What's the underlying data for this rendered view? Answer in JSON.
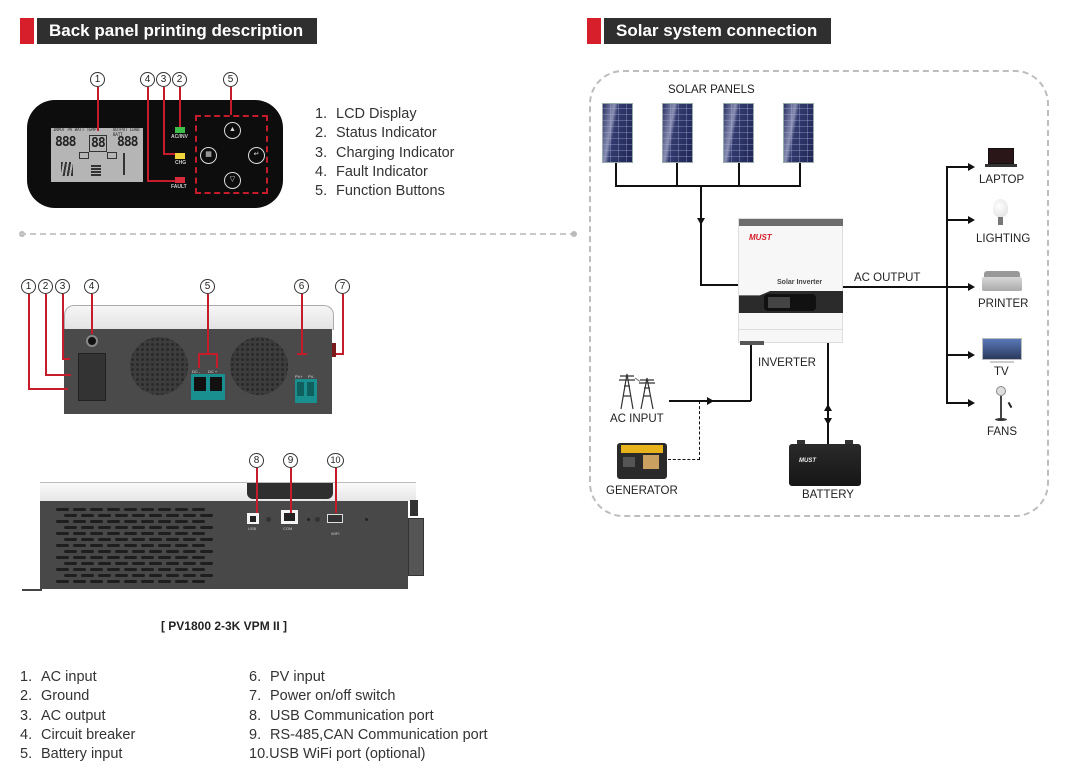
{
  "left_section": {
    "title": "Back panel printing description",
    "front_panel": {
      "callouts": [
        "1",
        "4",
        "3",
        "2",
        "5"
      ],
      "lcd_top_left": "INPUT  PV BATT TEMP",
      "lcd_top_right": "OUTPUT LOAD BATT",
      "lcd_digits_left": "888",
      "lcd_digits_mid": "88",
      "lcd_digits_right": "888",
      "led_labels": {
        "status": "AC/INV",
        "charge": "CHG",
        "fault": "FAULT"
      },
      "buttons": {
        "up": "UP",
        "menu": "MENU",
        "enter": "ENTER",
        "down": "DOWN"
      },
      "legend": [
        {
          "num": "1.",
          "label": "LCD Display"
        },
        {
          "num": "2.",
          "label": "Status Indicator"
        },
        {
          "num": "3.",
          "label": "Charging Indicator"
        },
        {
          "num": "4.",
          "label": "Fault Indicator"
        },
        {
          "num": "5.",
          "label": "Function Buttons"
        }
      ]
    },
    "side_panel": {
      "callouts": [
        "1",
        "2",
        "3",
        "4",
        "5",
        "6",
        "7"
      ],
      "battery_terminal_labels": [
        "DC -",
        "DC +"
      ],
      "pv_terminal_labels": [
        "PV+",
        "PV-"
      ]
    },
    "bottom_panel": {
      "callouts": [
        "8",
        "9",
        "10"
      ],
      "port_labels": [
        "USB",
        "COM",
        "WIFI"
      ]
    },
    "model_caption": "[ PV1800 2-3K VPM II ]",
    "legend_left": [
      {
        "num": "1.",
        "label": "AC input"
      },
      {
        "num": "2.",
        "label": "Ground"
      },
      {
        "num": "3.",
        "label": "AC output"
      },
      {
        "num": "4.",
        "label": "Circuit breaker"
      },
      {
        "num": "5.",
        "label": "Battery input"
      }
    ],
    "legend_right": [
      {
        "num": "6.",
        "label": "PV input"
      },
      {
        "num": "7.",
        "label": "Power on/off switch"
      },
      {
        "num": "8.",
        "label": "USB Communication port"
      },
      {
        "num": "9.",
        "label": "RS-485,CAN Communication port"
      },
      {
        "num": "10.",
        "label": "USB WiFi port (optional)"
      }
    ]
  },
  "right_section": {
    "title": "Solar system connection",
    "labels": {
      "solar_panels": "SOLAR PANELS",
      "inverter": "INVERTER",
      "ac_output": "AC OUTPUT",
      "ac_input": "AC INPUT",
      "generator": "GENERATOR",
      "battery": "BATTERY"
    },
    "inverter_brand": "MUST",
    "inverter_model_text": "Solar Inverter",
    "battery_brand": "MUST",
    "loads": [
      {
        "label": "LAPTOP",
        "icon": "laptop-icon"
      },
      {
        "label": "LIGHTING",
        "icon": "bulb-icon"
      },
      {
        "label": "PRINTER",
        "icon": "printer-icon"
      },
      {
        "label": "TV",
        "icon": "tv-icon"
      },
      {
        "label": "FANS",
        "icon": "fan-icon"
      }
    ]
  },
  "colors": {
    "accent_red": "#d71f2b",
    "header_dark": "#2f2f2f",
    "leader_red": "#c41c2a",
    "terminal_teal": "#1a8f8f"
  }
}
